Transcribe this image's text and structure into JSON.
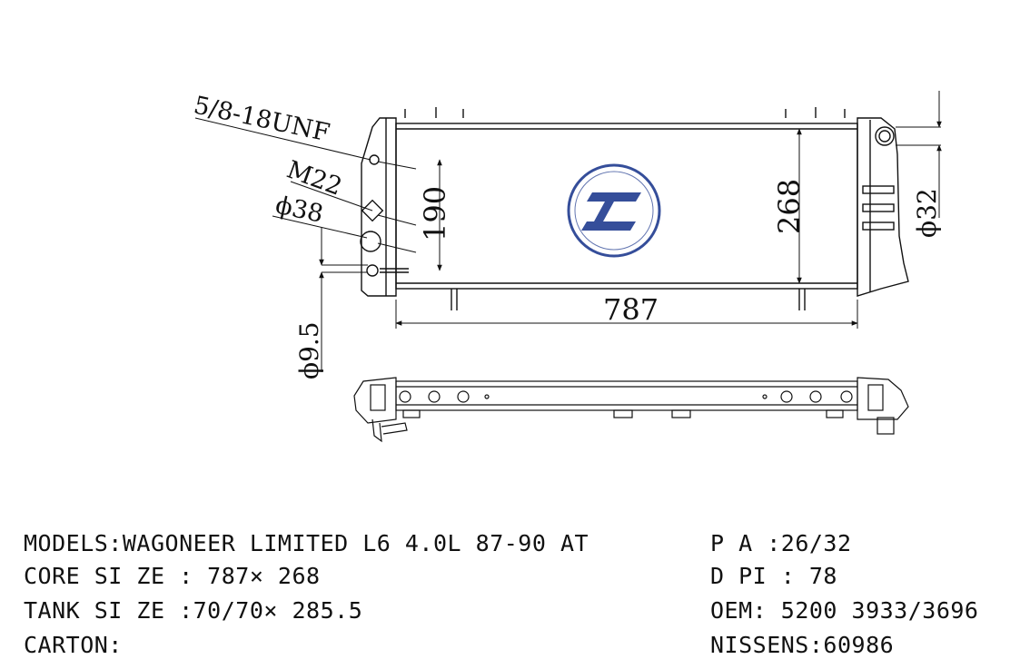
{
  "drawing": {
    "callout_thread": "5/8-18UNF",
    "callout_m22": "M22",
    "callout_d38": "ϕ38",
    "dim_190": "190",
    "dim_268": "268",
    "dim_787": "787",
    "dim_d32": "ϕ32",
    "dim_d9_5": "ϕ9.5"
  },
  "specs_left": [
    {
      "label": "MODELS:",
      "value": "WAGONEER LIMITED L6 4.0L 87-90 AT"
    },
    {
      "label": "CORE SI ZE : ",
      "value": "787× 268"
    },
    {
      "label": "TANK SI ZE :",
      "value": "70/70× 285.5"
    },
    {
      "label": "CARTON:",
      "value": ""
    }
  ],
  "specs_right": [
    {
      "label": "P A :",
      "value": "26/32"
    },
    {
      "label": "D PI : ",
      "value": "78"
    },
    {
      "label": "OEM: ",
      "value": "5200 3933/3696"
    },
    {
      "label": "NISSENS:",
      "value": "60986"
    }
  ],
  "colors": {
    "line": "#111111",
    "logo": "#1f3b8f"
  }
}
